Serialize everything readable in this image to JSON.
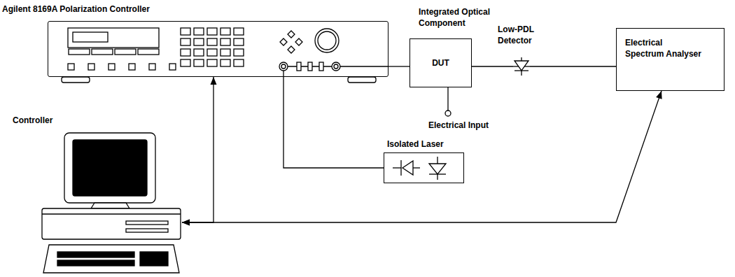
{
  "diagram": {
    "nodes": [
      {
        "text": [
          "Agilent 8169A Polarization Controller"
        ]
      },
      {
        "text": [
          "Integrated Optical Component",
          "DUT"
        ]
      },
      {
        "text": [
          "Low-PDL Detector"
        ]
      },
      {
        "text": [
          "Electrical Spectrum Analyser"
        ]
      },
      {
        "text": [
          "Isolated Laser"
        ]
      },
      {
        "text": [
          "Controller"
        ]
      }
    ],
    "edges": [
      {
        "from": 0,
        "to": 1,
        "arrow": "none"
      },
      {
        "from": 4,
        "to": 0,
        "arrow": "none"
      },
      {
        "from": 1,
        "to": 2,
        "arrow": "none"
      },
      {
        "from": 2,
        "to": 3,
        "arrow": "none"
      },
      {
        "from": 5,
        "to": 0,
        "arrow": "both"
      },
      {
        "from": 5,
        "to": 3,
        "arrow": "both"
      }
    ],
    "labels": [
      "Electrical Input"
    ]
  }
}
